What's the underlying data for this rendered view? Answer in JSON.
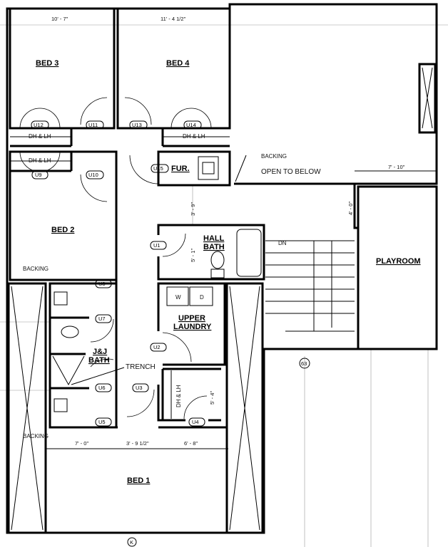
{
  "rooms": {
    "bed3": "BED 3",
    "bed4": "BED 4",
    "bed2": "BED 2",
    "bed1": "BED 1",
    "fur": "FUR.",
    "hall_bath_1": "HALL",
    "hall_bath_2": "BATH",
    "upper_laundry_1": "UPPER",
    "upper_laundry_2": "LAUNDRY",
    "jj_bath_1": "J&J",
    "jj_bath_2": "BATH",
    "playroom": "PLAYROOM"
  },
  "dimensions": {
    "bed3_width": "10' - 7\"",
    "bed4_width": "11' - 4 1/2\"",
    "open_width": "7' - 10\"",
    "hall_gap": "3' - 9\"",
    "hall_bath_depth": "5' - 1\"",
    "playroom_offset": "4' - 0\"",
    "closet_depth": "5' - 4\"",
    "bottom_1": "7' - 0\"",
    "bottom_2": "3' - 9 1/2\"",
    "bottom_3": "6' - 8\""
  },
  "labels": {
    "closet_shelf": "DH & LH",
    "backing": "BACKING",
    "open_to_below": "OPEN TO BELOW",
    "trench": "TRENCH",
    "stair_dn": "DN",
    "washer": "W",
    "dryer": "D",
    "grid_63": "63",
    "grid_k": "K"
  },
  "door_tags": [
    "U1",
    "U2",
    "U3",
    "U4",
    "U5",
    "U6",
    "U7",
    "U8",
    "U9",
    "U10",
    "U11",
    "U12",
    "U13",
    "U14",
    "U15"
  ]
}
